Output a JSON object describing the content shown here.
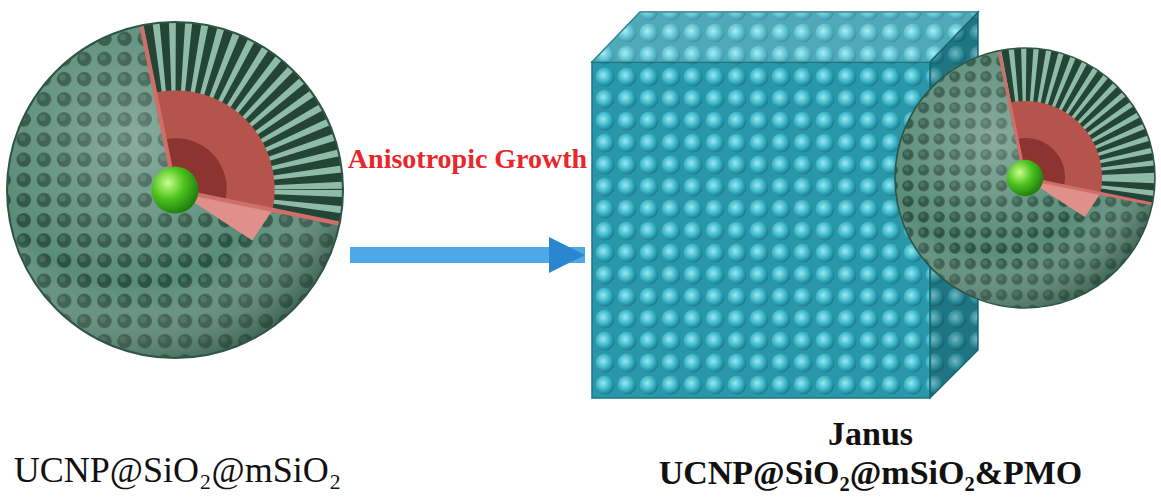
{
  "diagram": {
    "nodes": [
      {
        "text": [
          "UCNP@SiO₂@mSiO₂"
        ]
      },
      {
        "text": [
          "Janus",
          "UCNP@SiO₂@mSiO₂&PMO"
        ]
      }
    ],
    "edges": [
      {
        "from": 0,
        "to": 1,
        "arrow": "to",
        "label": "Anisotropic Growth"
      }
    ]
  }
}
